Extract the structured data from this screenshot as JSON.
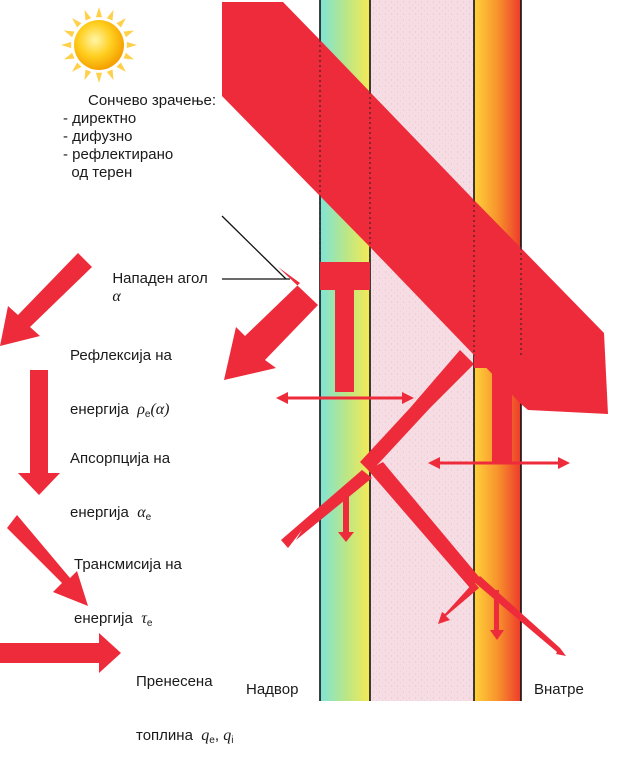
{
  "colors": {
    "arrow": "#ee2b3b",
    "glass_outer": [
      "#7fe4d8",
      "#b7e68a",
      "#f5ea55"
    ],
    "glass_inner": [
      "#ffd23a",
      "#f7942c",
      "#ee3a2b"
    ],
    "gap": "#f6dde4",
    "sun": "#ffcf1f"
  },
  "icons": {
    "sun": "sun-icon"
  },
  "solar_radiation": {
    "title": "Сончево зрачење:",
    "items": [
      "- директно",
      "- дифузно",
      "- рефлектирано",
      "  од терен"
    ]
  },
  "legend": {
    "incidence": {
      "text": "Нападен агол",
      "symbol": "α"
    },
    "reflection": {
      "line1": "Рефлексија на",
      "line2": "енергија",
      "symbol": "ρ",
      "sub": "e",
      "arg": "(α)"
    },
    "absorption": {
      "line1": "Апсорпција на",
      "line2": "енергија",
      "symbol": "α",
      "sub": "e"
    },
    "transmission": {
      "line1": "Трансмисија на",
      "line2": "енергија",
      "symbol": "τ",
      "sub": "e"
    },
    "heat": {
      "line1": "Пренесена",
      "line2": "топлина",
      "q1": "q",
      "q1_sub": "e",
      "sep": ",",
      "q2": "q",
      "q2_sub": "i"
    }
  },
  "sides": {
    "outside": "Надвор",
    "inside": "Внатре"
  }
}
